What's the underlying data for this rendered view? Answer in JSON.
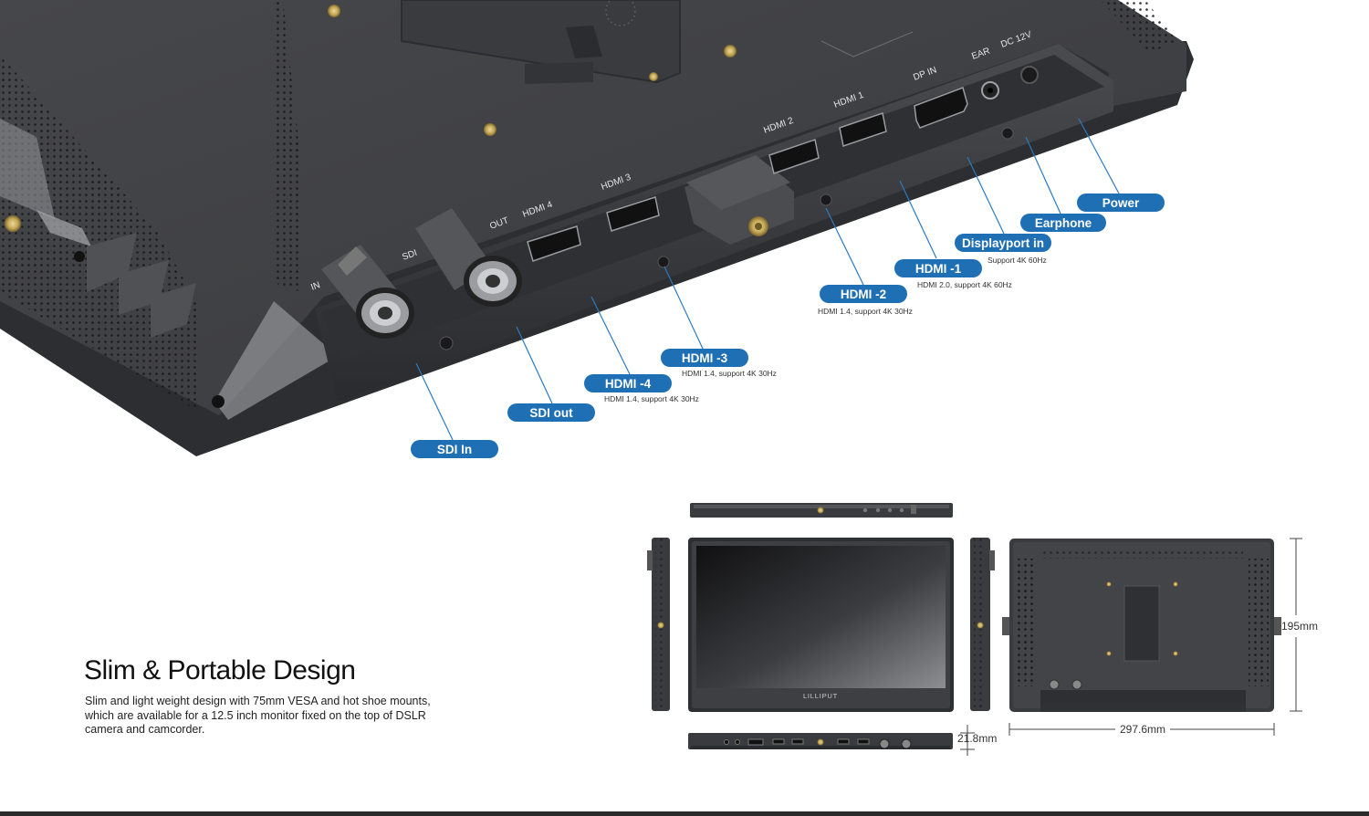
{
  "port_labels": {
    "in": "IN",
    "sdi": "SDI",
    "out": "OUT",
    "hdmi4": "HDMI 4",
    "hdmi3": "HDMI 3",
    "hdmi2": "HDMI 2",
    "hdmi1": "HDMI 1",
    "dp_in": "DP IN",
    "ear": "EAR",
    "dc12v": "DC 12V"
  },
  "callouts": {
    "power": {
      "label": "Power"
    },
    "earphone": {
      "label": "Earphone"
    },
    "displayport": {
      "label": "Displayport in",
      "sub": "Support 4K 60Hz"
    },
    "hdmi1": {
      "label": "HDMI -1",
      "sub": "HDMI 2.0, support 4K 60Hz"
    },
    "hdmi2": {
      "label": "HDMI -2",
      "sub": "HDMI 1.4, support 4K 30Hz"
    },
    "hdmi3": {
      "label": "HDMI -3",
      "sub": "HDMI 1.4, support 4K 30Hz"
    },
    "hdmi4": {
      "label": "HDMI -4",
      "sub": "HDMI 1.4, support 4K 30Hz"
    },
    "sdi_out": {
      "label": "SDI out"
    },
    "sdi_in": {
      "label": "SDI In"
    }
  },
  "brand_text": "LILLIPUT",
  "dimensions": {
    "height": "195mm",
    "width": "297.6mm",
    "depth": "21.8mm"
  },
  "feature": {
    "title": "Slim & Portable Design",
    "description": "Slim and light weight design with 75mm VESA and hot shoe mounts, which are  available for a 12.5 inch monitor fixed on the top of DSLR camera and camcorder."
  },
  "colors": {
    "callout_blue": "#1f6fb5",
    "body_dark": "#3e3f42",
    "body_panel": "#2f3033",
    "line_blue": "#2a7bc0"
  }
}
